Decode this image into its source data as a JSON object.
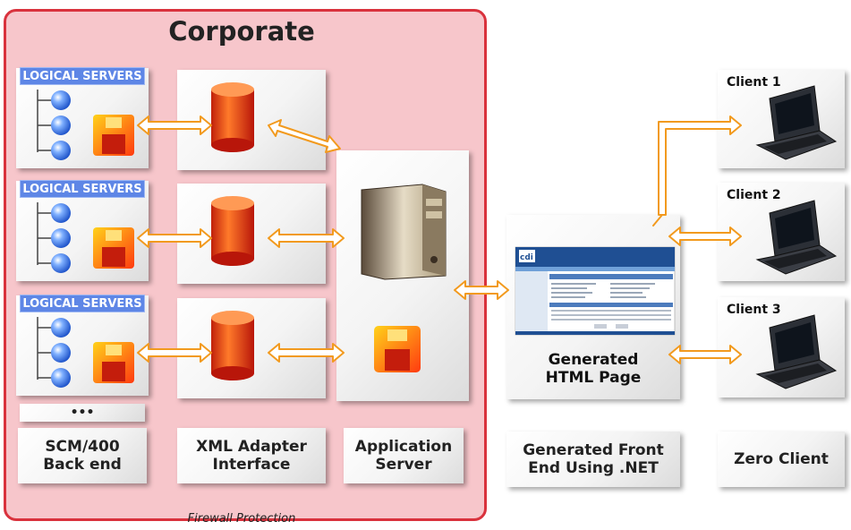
{
  "corporate_title": "Corporate",
  "logical_servers_label": "LOGICAL SERVERS",
  "ellipsis": "•••",
  "bottom_labels": {
    "backend": [
      "SCM/400",
      "Back end"
    ],
    "xml": [
      "XML Adapter",
      "Interface"
    ],
    "app": [
      "Application",
      "Server"
    ],
    "frontend": [
      "Generated Front",
      "End Using .NET"
    ],
    "zero": "Zero Client"
  },
  "generated_page": [
    "Generated",
    "HTML Page"
  ],
  "clients": [
    "Client 1",
    "Client 2",
    "Client 3"
  ],
  "firewall_label": "Firewall Protection",
  "mini_page": {
    "logo": "cdi"
  },
  "colors": {
    "arrow_fill": "#ffffff",
    "arrow_stroke": "#f29a1e",
    "corporate_bg": "#f7c6cb",
    "corporate_border": "#d9323d"
  },
  "icons": [
    "server-tree-icon",
    "floppy-disk-icon",
    "database-cylinder-icon",
    "tower-server-icon",
    "laptop-icon"
  ]
}
